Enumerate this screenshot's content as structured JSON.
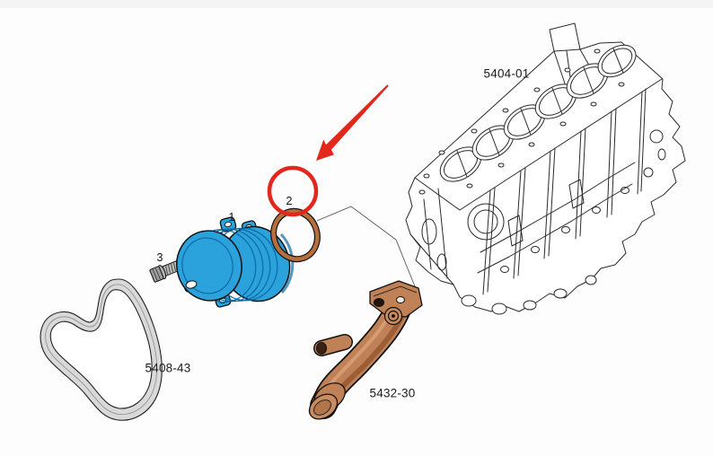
{
  "figure": {
    "type": "exploded-parts-diagram",
    "labels": {
      "engine_block": "5404-01",
      "water_pump_callout": "1",
      "seal_callout": "2",
      "bolt_callout": "3",
      "belt": "5408-43",
      "inlet_tube": "5432-30"
    },
    "colors": {
      "highlight_red": "#e3271d",
      "pump_blue": "#2ba2dc",
      "pump_blue_dark": "#0d6aa0",
      "seal_copper": "#b56f3e",
      "tube_brown": "#c08157",
      "tube_brown_dark": "#98582f",
      "tube_brown_light": "#d9a377",
      "belt_gray": "#d9d9d9",
      "bolt_gray": "#9e9e9e",
      "line_color": "#2a2a2a"
    }
  }
}
